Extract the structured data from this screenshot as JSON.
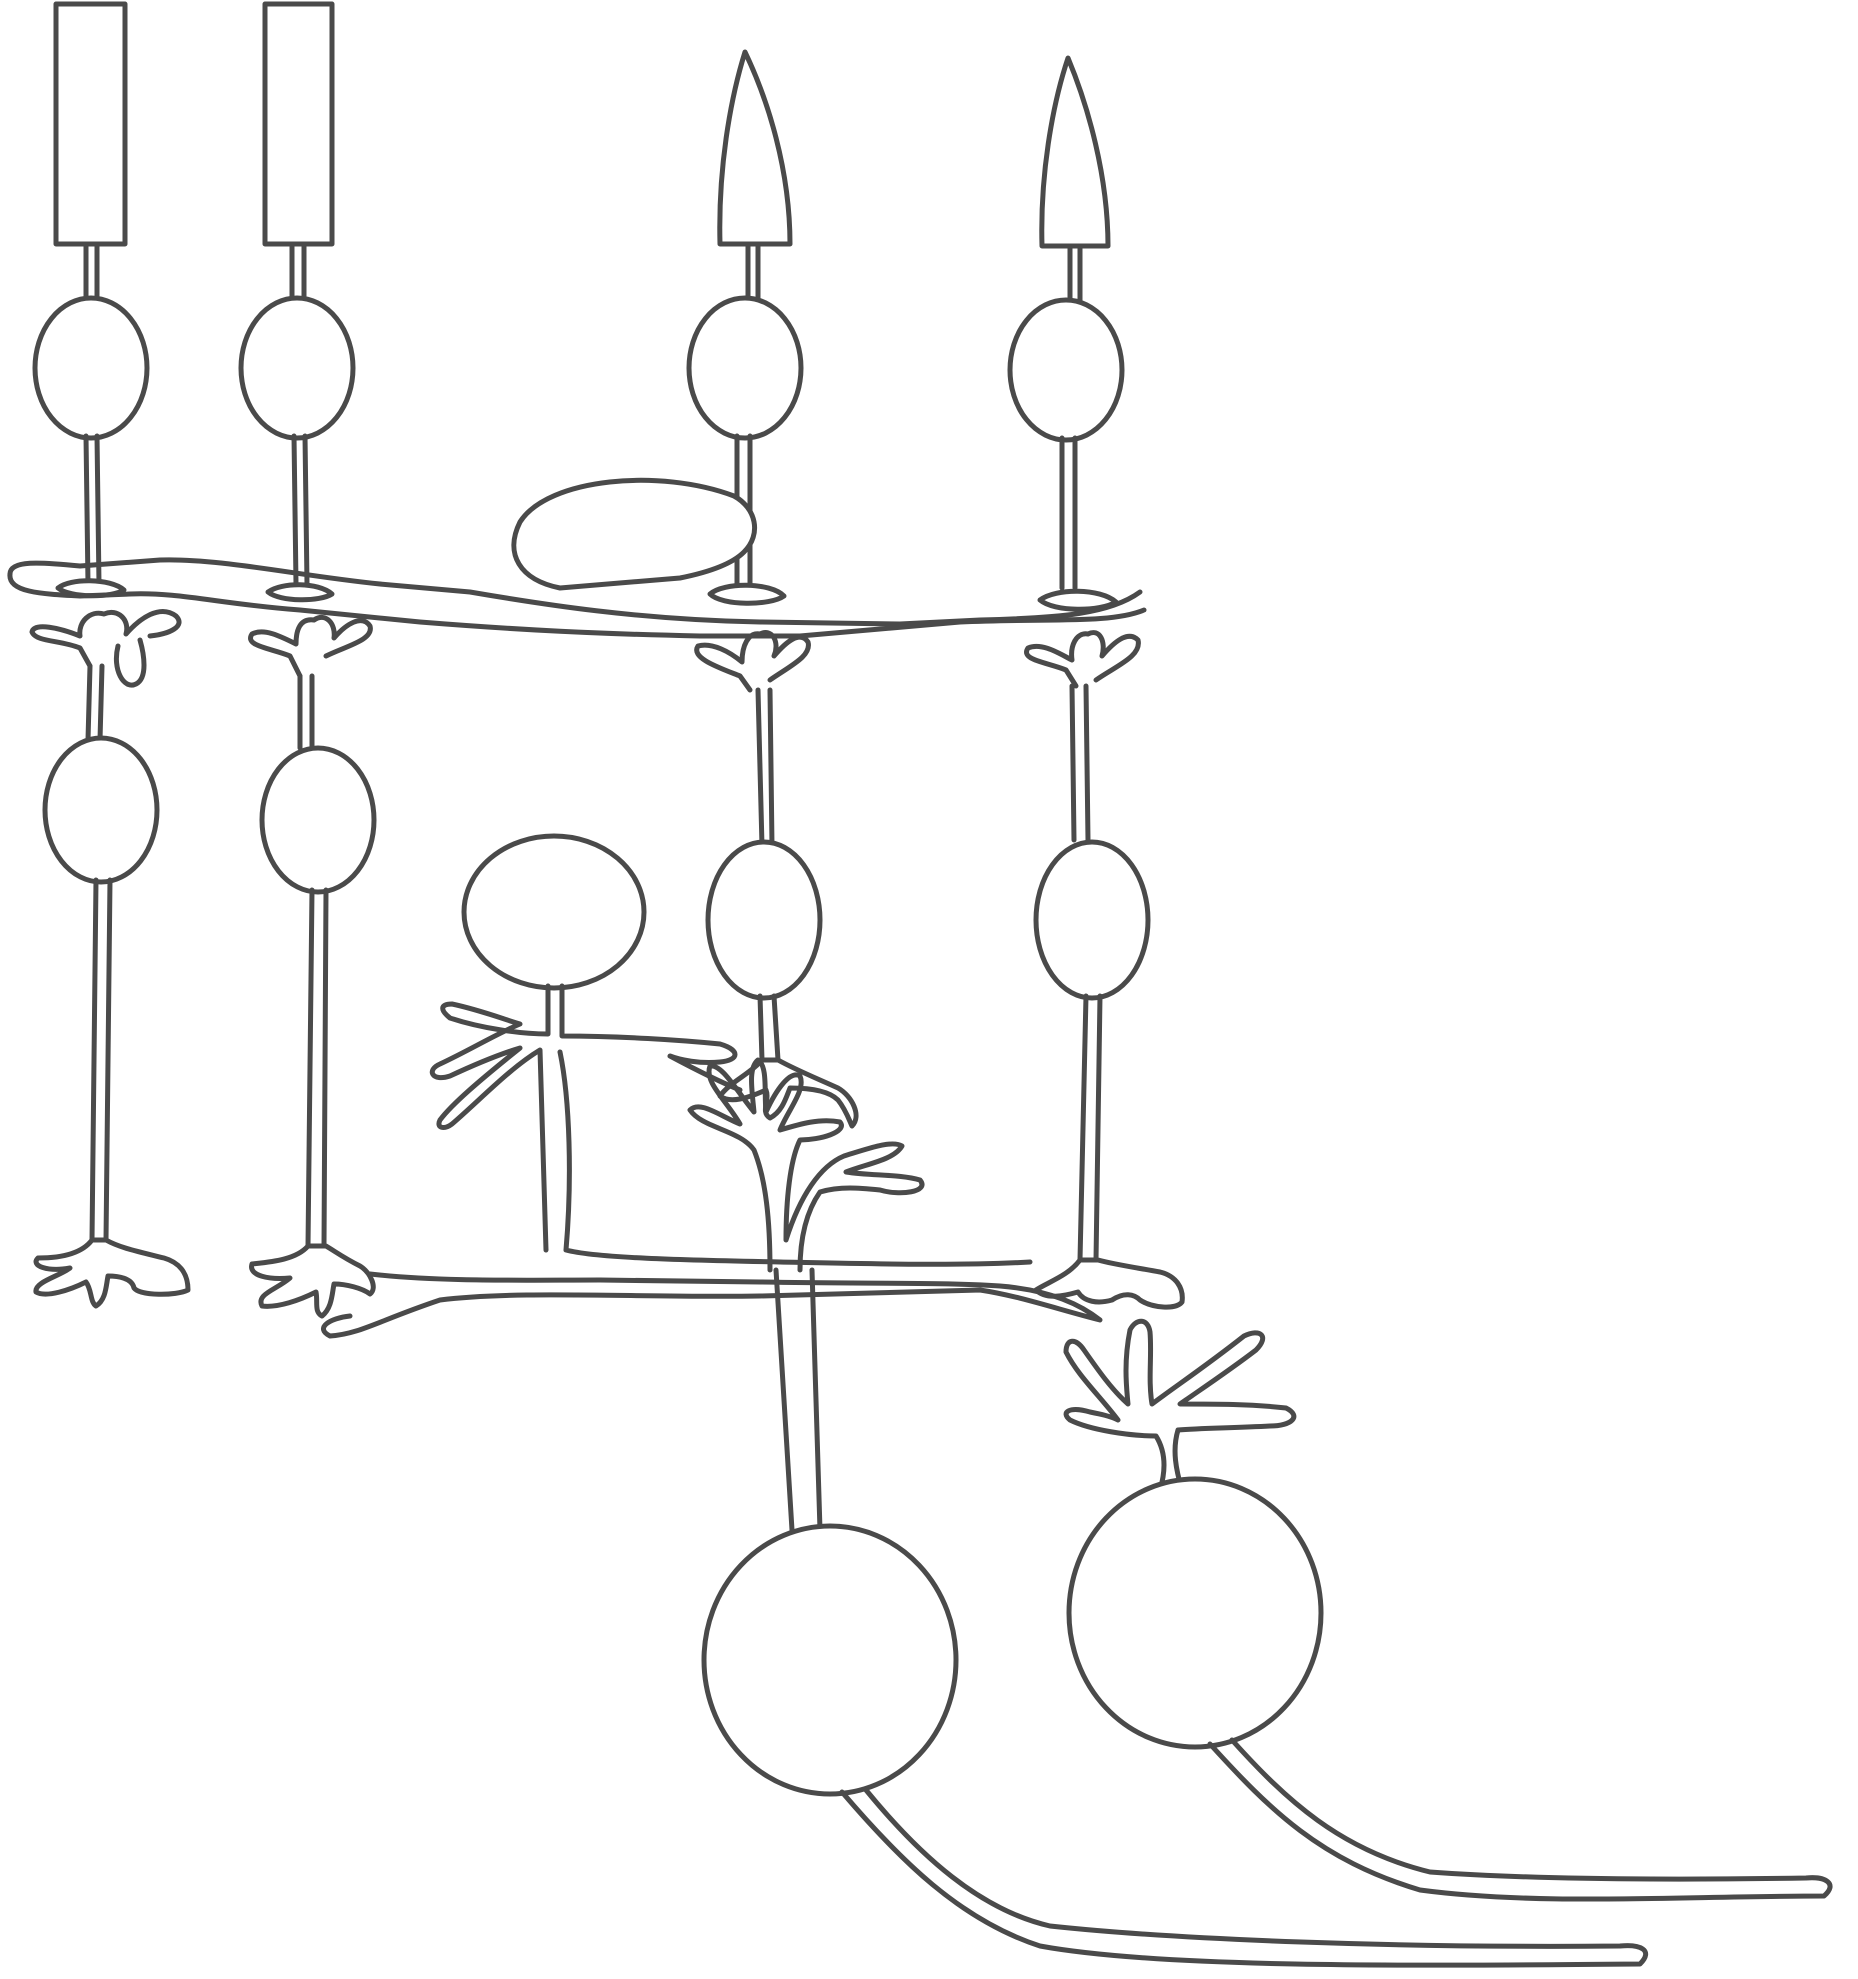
{
  "diagram": {
    "line_color": "#4a4a4a",
    "background": "#ffffff",
    "cells": [
      {
        "name": "rod-photoreceptor",
        "count": 2
      },
      {
        "name": "cone-photoreceptor",
        "count": 2
      },
      {
        "name": "horizontal-cell",
        "count": 1
      },
      {
        "name": "bipolar-cell",
        "count": 4
      },
      {
        "name": "amacrine-cell",
        "count": 1
      },
      {
        "name": "ganglion-cell",
        "count": 2
      }
    ]
  }
}
